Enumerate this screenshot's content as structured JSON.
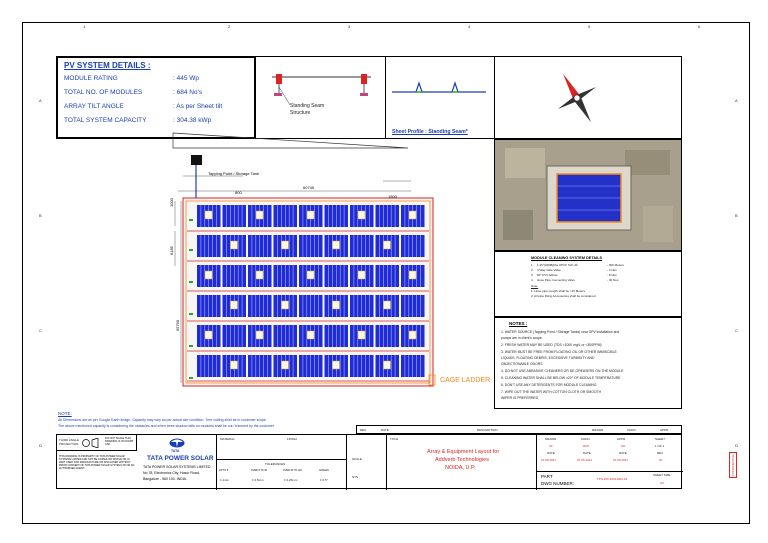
{
  "pv": {
    "title": "PV SYSTEM DETAILS :",
    "rows": [
      {
        "label": "MODULE RATING",
        "value": ": 445 Wp"
      },
      {
        "label": "TOTAL NO. OF MODULES",
        "value": ": 684 No's"
      },
      {
        "label": "ARRAY TILT ANGLE",
        "value": ": As per Sheet tilt"
      },
      {
        "label": "TOTAL SYSTEM CAPACITY",
        "value": ": 304.38 kWp"
      }
    ]
  },
  "structure": {
    "label_line1": "Standing Seam",
    "label_line2": "Structure"
  },
  "sheet_profile": "Sheet Profile : Standing Seam*",
  "layout": {
    "tank_label": "Tapping Point / Storage Tank",
    "dim_total": "60740",
    "dim_left": "800",
    "dim_right": "1500",
    "dim_v1": "1000",
    "dim_v2": "6185",
    "dim_v3": "55790",
    "cage_ladder": "CAGE LADDER"
  },
  "cleaning": {
    "title": "MODULE CLEANING SYSTEM DETAILS",
    "items": [
      {
        "n": "1.",
        "text": "1.25\"(32NB)Dia UPVC Sch-40",
        "qty": "- 300 Meters"
      },
      {
        "n": "2.",
        "text": "3 Way Gate Valve",
        "qty": "- 4 Nos"
      },
      {
        "n": "3.",
        "text": "90° PVC Elbow",
        "qty": "- 8 Nos"
      },
      {
        "n": "4.",
        "text": "Hose Pipe Connecting Valve",
        "qty": "- 30 Nos"
      }
    ],
    "note_label": "Note:",
    "note_items": [
      "1.   Hose pipe Length shall be >15 Meters.",
      "2.   All pipe fitting Accessories shall be considered"
    ]
  },
  "notes": {
    "title": "NOTES :",
    "items": [
      "1.   WATER SOURCE (Tapping Point / Storage Tanks) near SPV installation and",
      "     pumps are in client's scope.",
      "2.   FRESH WATER MAY BE USED (TDS <1000 mg/L or <300PPM)",
      "3.   WATER MUST BE FREE FROM FLOATING OIL OR OTHER IMMISCIBLE",
      "     LIQUIDS, FLOATING DEBRIS, EXCESSIVE TURBIDITY AND",
      "     OBJECTIONABLE ODORS",
      "4.   DO NOT USE ABRASIVE CLEANERS OR DE-GREASERS ON THE MODULE",
      "5.   CLEANING WATER SHALL BE BELOW ±20° OF MODULE TEMPERATURE",
      "6.   DON'T USE ANY DETERGENTS FOR MODULE CLEANING",
      "7.   WIPE OUT THE WATER WITH COTTON CLOTH OR SMOOTH",
      "     WIPER IS PREFERRED"
    ]
  },
  "bottom_note": {
    "label": "NOTE:",
    "line1": "All Dimensions are as per Google Earth Image, Capacity may vary as per actual site condition. Tree cutting shall be in customer scope",
    "line2": "The above mentioned capacity is considering the obstacles and when trees shadow falls on modules shall be cut / trimmed by the customer"
  },
  "rev_headers": [
    "REV.",
    "DATE",
    "DESCRIPTION",
    "DRAWN",
    "CHKD.",
    "APPR."
  ],
  "title_block": {
    "third_angle": "THIRD ANGLE PROJECTION",
    "do_not_scale": "DO NOT SCALE THIS DRAWING IF IN DOUBT ASK",
    "property_text": "THIS DRAWING IS PROPERTY OF TATA POWER SOLAR SYSTEMS LIMITED AND NOT BE COPIED OR WHOLE OR IN PART USED FOR MANUFACTURE OR DISCLOSED WITHOUT PRIOR CONSENT OF TATA POWER SOLAR SYSTEM LTD OR AN AUTHORISED AGENT.",
    "brand_small": "TATA",
    "brand": "TATA POWER SOLAR",
    "company": "TATA POWER SOLAR SYSTEMS LIMITED",
    "address1": "No.78, Electronics City, Hosur Road,",
    "address2": "Bangalore - 560 100. INDIA.",
    "material": "MATERIAL",
    "finish": "FINISH",
    "tolerances": "TOLERANCES",
    "tol_headers": [
      "UP TO 6",
      "OVER 6 TO 30",
      "OVER 30 TO 120",
      "ANGLES"
    ],
    "tol_values": [
      "± 1mm",
      "± 0.5mm",
      "± 0.25mm",
      "± 0.5°"
    ],
    "scale": "SCALE",
    "nts": "NTS",
    "title_label": "TITLE",
    "title_line1": "Array & Equipment Layout for",
    "title_line2": "Addverb Technologies",
    "title_line3": "NOIDA, U.P.",
    "sign_headers": [
      "DRAWN",
      "CHKD.",
      "APPR.",
      "SHEET"
    ],
    "sign_values": [
      "AF",
      "RKP",
      "SG",
      "1 OF 1"
    ],
    "date_headers": [
      "DATE",
      "DATE",
      "DATE",
      "REV."
    ],
    "date_values": [
      "07.05.2021",
      "07.05.2021",
      "07.05.2021",
      "00"
    ],
    "part_label": "PART",
    "dwg_label": "DWG NUMBER:",
    "dwg_value": "TPS-INX-1061-B04-01",
    "sheet_size_label": "SHEET SIZE",
    "sheet_size": "A3",
    "side_stamp": "CONFIDENTIAL"
  },
  "zones": {
    "top": [
      "1",
      "2",
      "3",
      "4",
      "5",
      "6"
    ],
    "side": [
      "A",
      "B",
      "C",
      "D"
    ]
  },
  "colors": {
    "accent": "#1a3fb0",
    "red": "#d22222",
    "module": "#1f2bd6",
    "orange": "#f08a1c",
    "green": "#2aa52a"
  }
}
